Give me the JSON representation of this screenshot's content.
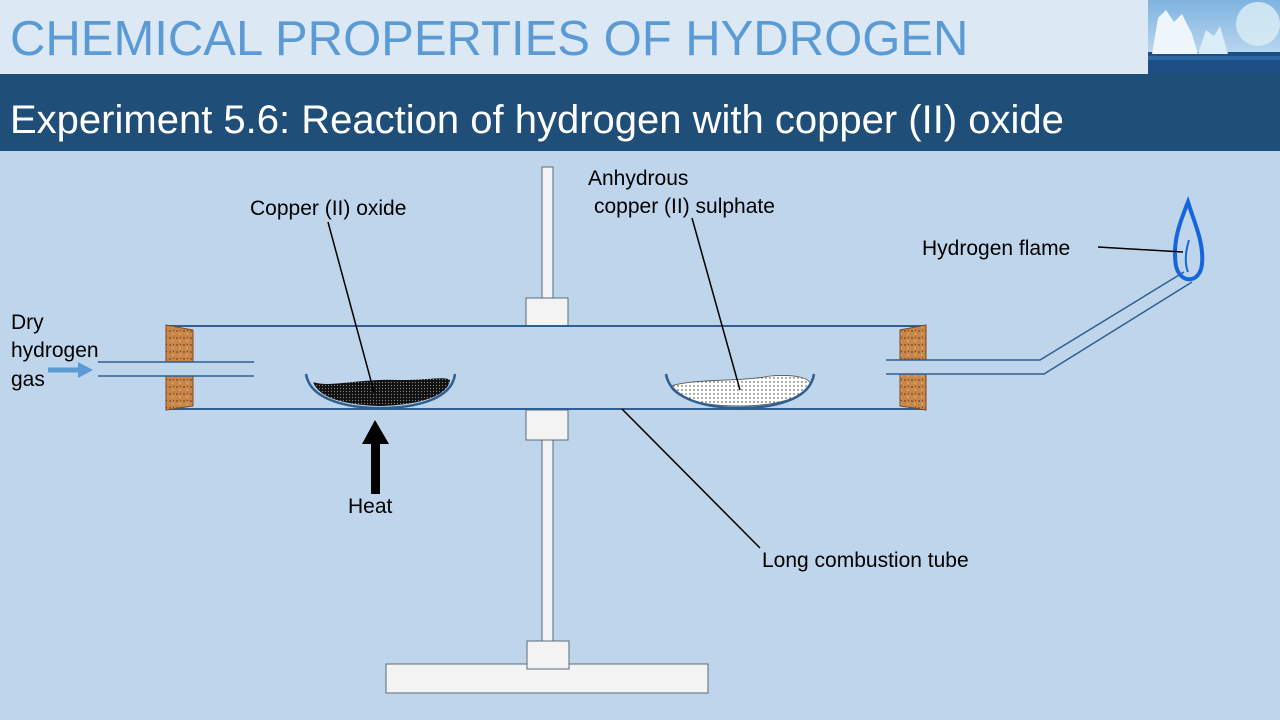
{
  "header": {
    "title": "CHEMICAL PROPERTIES OF HYDROGEN",
    "subtitle": "Experiment 5.6: Reaction of hydrogen with copper (II) oxide"
  },
  "diagram": {
    "labels": {
      "dry_gas": [
        "Dry",
        "hydrogen",
        "gas"
      ],
      "copper_oxide": "Copper (II) oxide",
      "anhydrous": [
        "Anhydrous",
        "copper (II) sulphate"
      ],
      "hydrogen_flame": "Hydrogen flame",
      "heat": "Heat",
      "combustion_tube": "Long combustion tube"
    }
  },
  "colors": {
    "background": "#bfd5ec",
    "title_bar": "#dce9f5",
    "title_text": "#5b9bd5",
    "subtitle_bar": "#1f4e79",
    "flame": "#1565e0",
    "cork": "#c8864a",
    "tube_line": "#2f5f90"
  },
  "icons": [
    "iceberg-thumbnail-icon",
    "right-arrow-icon",
    "up-arrow-icon",
    "flame-icon"
  ]
}
